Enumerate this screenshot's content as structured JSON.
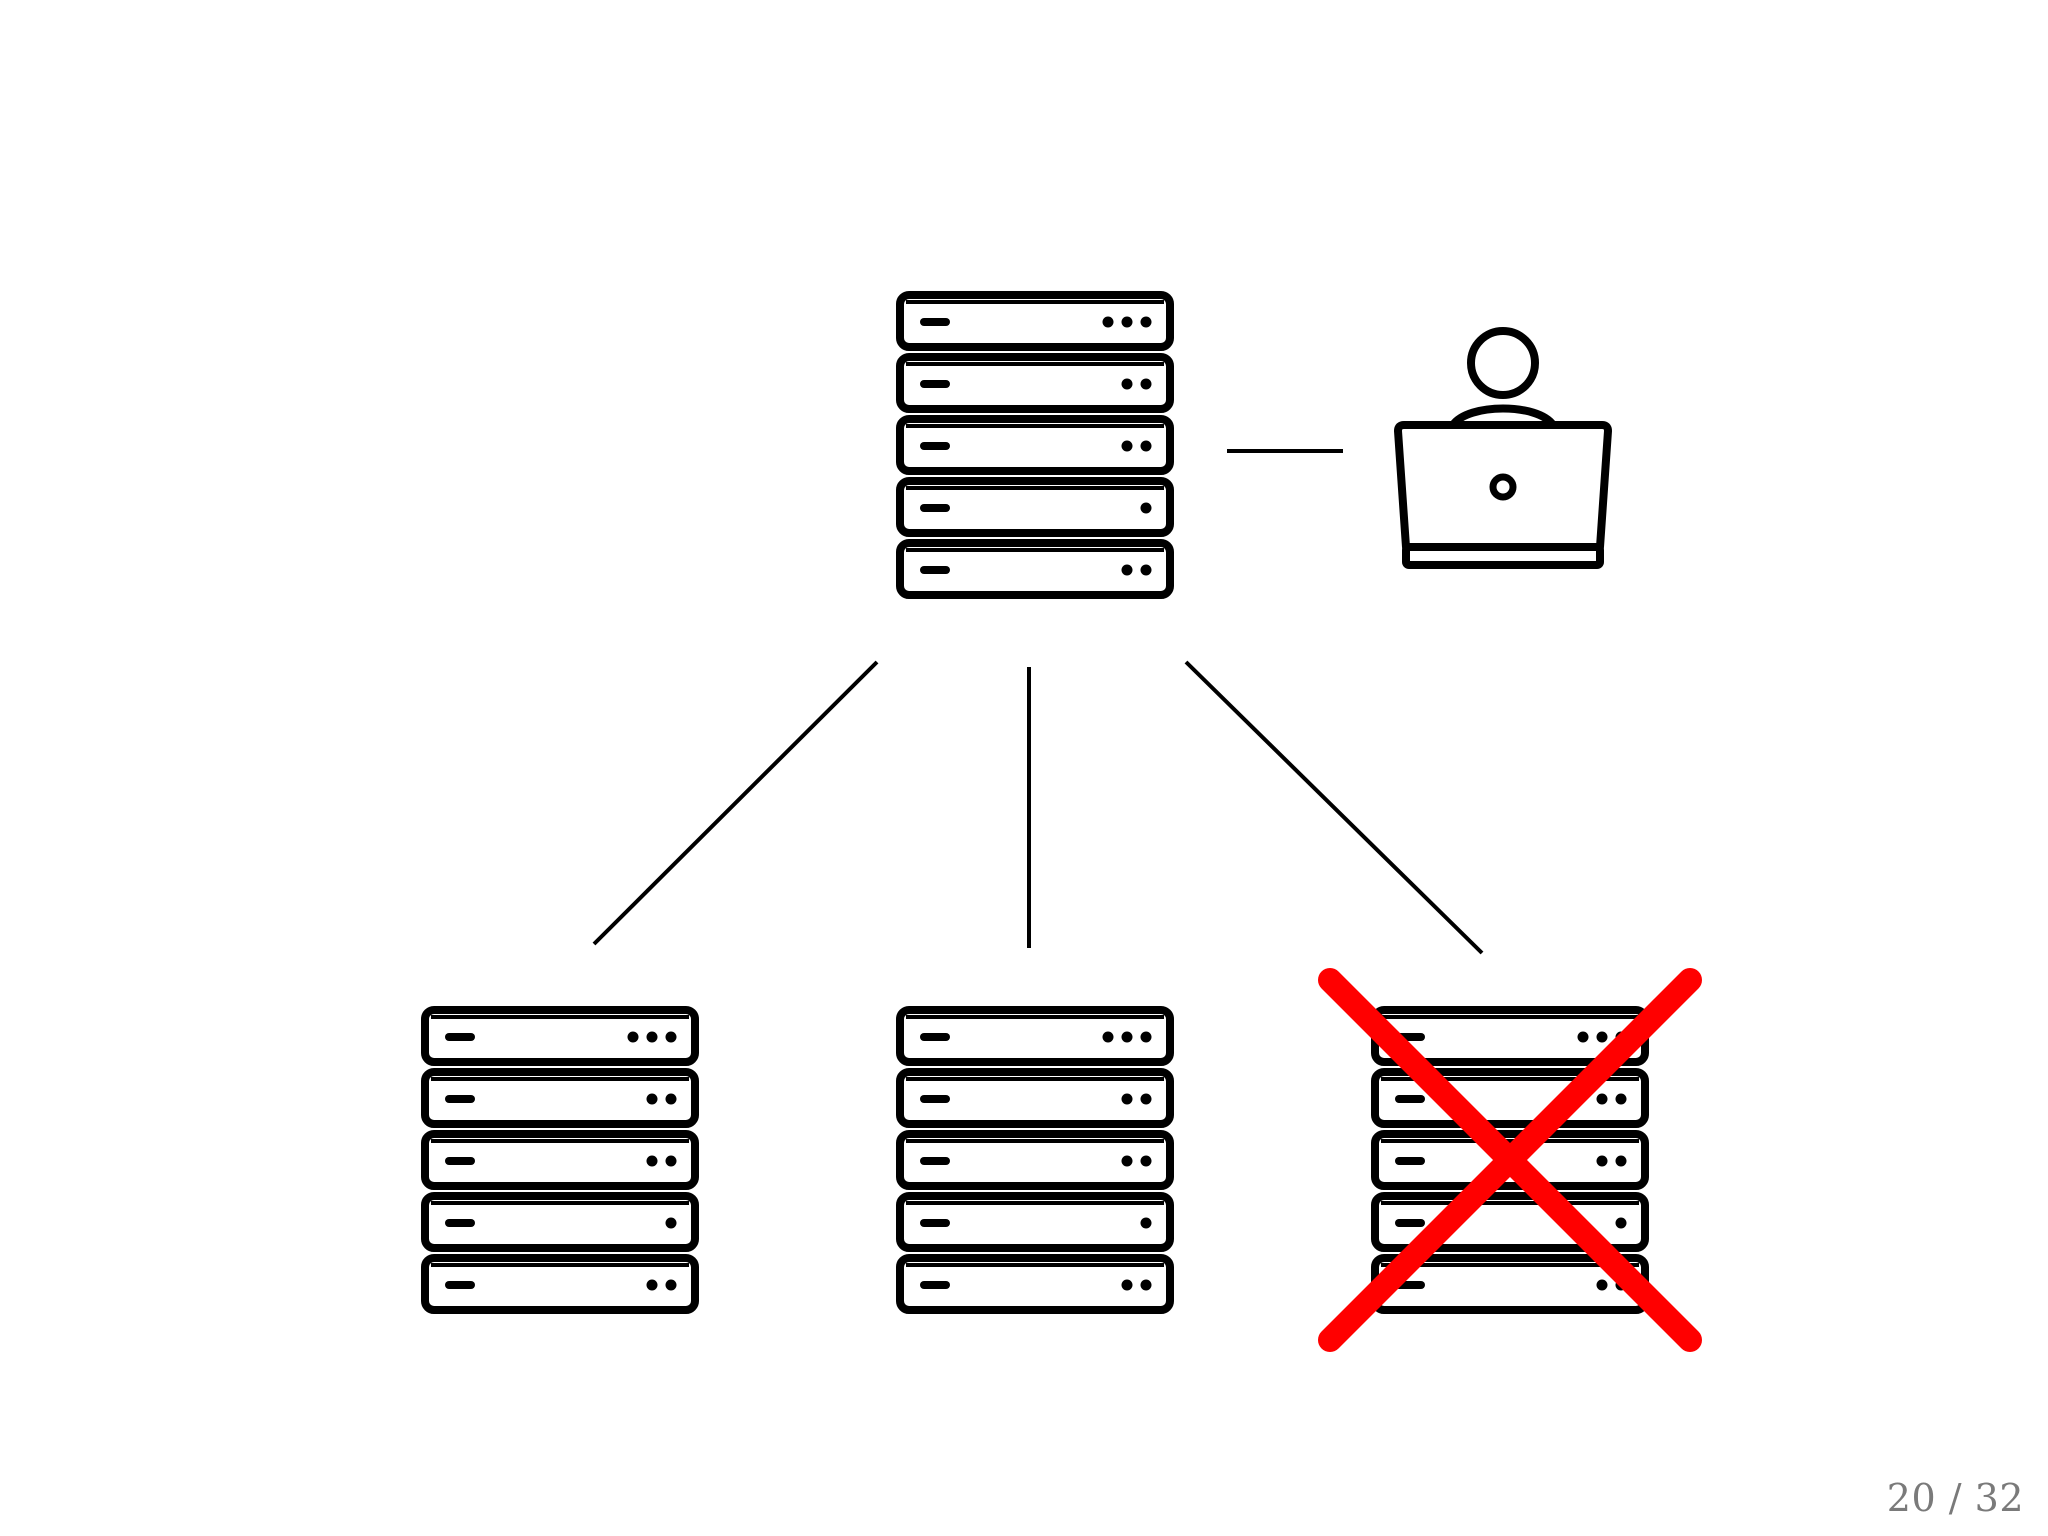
{
  "slide": {
    "page_current": "20",
    "page_separator": "/",
    "page_total": "32"
  },
  "colors": {
    "ink": "#000000",
    "panel": "#ffffff",
    "failure": "#ff0000",
    "page_number": "#7a7a7a"
  },
  "diagram": {
    "nodes": [
      {
        "id": "primary",
        "kind": "server-rack",
        "icon": "server-rack-icon",
        "led_counts": [
          3,
          2,
          2,
          1,
          2
        ],
        "failed": false
      },
      {
        "id": "client",
        "kind": "user-at-laptop",
        "icon": "user-laptop-icon",
        "failed": false
      },
      {
        "id": "replica-1",
        "kind": "server-rack",
        "icon": "server-rack-icon",
        "led_counts": [
          3,
          2,
          2,
          1,
          2
        ],
        "failed": false
      },
      {
        "id": "replica-2",
        "kind": "server-rack",
        "icon": "server-rack-icon",
        "led_counts": [
          3,
          2,
          2,
          1,
          2
        ],
        "failed": false
      },
      {
        "id": "replica-3",
        "kind": "server-rack",
        "icon": "server-rack-icon",
        "led_counts": [
          3,
          2,
          2,
          1,
          2
        ],
        "failed": true,
        "failure_icon": "red-x-icon"
      }
    ],
    "edges": [
      {
        "from": "primary",
        "to": "client"
      },
      {
        "from": "primary",
        "to": "replica-1"
      },
      {
        "from": "primary",
        "to": "replica-2"
      },
      {
        "from": "primary",
        "to": "replica-3"
      }
    ]
  }
}
